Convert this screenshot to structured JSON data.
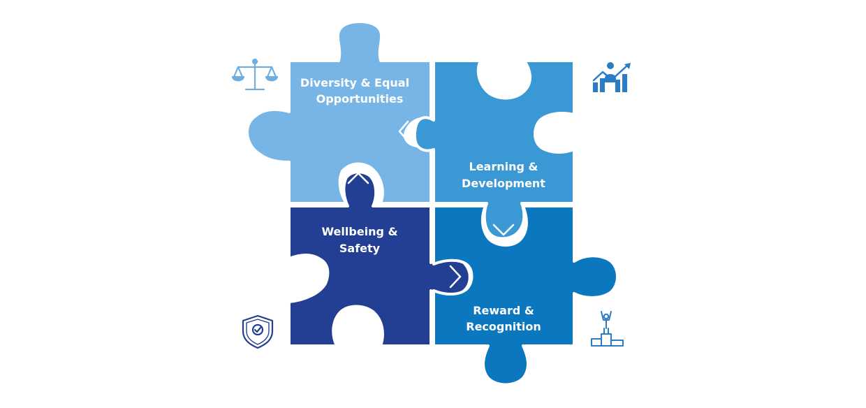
{
  "colors": {
    "diversity": "#76b5e5",
    "learning": "#3a98d5",
    "wellbeing": "#233f94",
    "reward": "#0a77be",
    "seam": "#ffffff",
    "icon_light": "#6faedf",
    "icon_mid": "#2a7cc4",
    "icon_dark": "#233f94"
  },
  "pieces": {
    "diversity": {
      "line1": "Diversity & Equal",
      "line2": "Opportunities"
    },
    "learning": {
      "line1": "Learning &",
      "line2": "Development"
    },
    "wellbeing": {
      "line1": "Wellbeing &",
      "line2": "Safety"
    },
    "reward": {
      "line1": "Reward &",
      "line2": "Recognition"
    }
  },
  "icons": {
    "top_left": "scales-of-justice-icon",
    "top_right": "business-growth-icon",
    "bottom_left": "shield-check-icon",
    "bottom_right": "podium-winner-icon"
  }
}
